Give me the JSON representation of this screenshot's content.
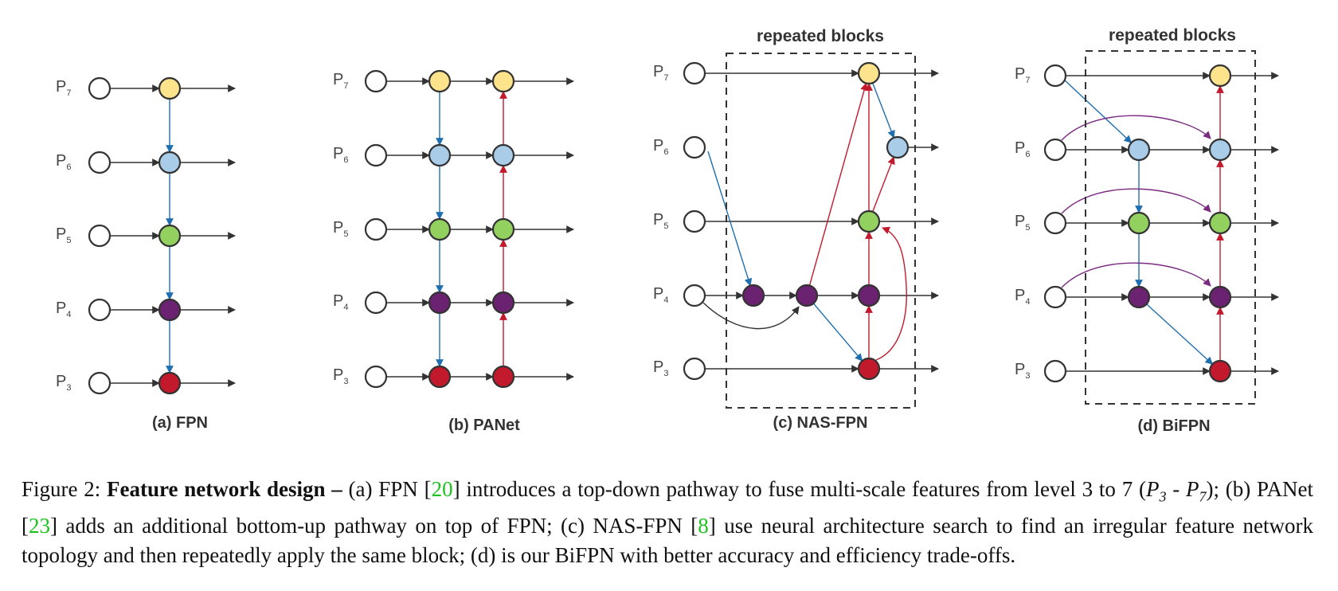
{
  "levels": [
    "P7",
    "P6",
    "P5",
    "P4",
    "P3"
  ],
  "panels": {
    "fpn": {
      "label": "(a) FPN"
    },
    "panet": {
      "label": "(b) PANet"
    },
    "nasfpn": {
      "label": "(c) NAS-FPN",
      "block_label": "repeated blocks"
    },
    "bifpn": {
      "label": "(d) BiFPN",
      "block_label": "repeated blocks"
    }
  },
  "node_colors": {
    "P7": "#fde38c",
    "P6": "#a9cce9",
    "P5": "#92d060",
    "P4": "#6b2270",
    "P3": "#c21a2c"
  },
  "edge_colors": {
    "lateral": "#333333",
    "top_down": "#1f6fb0",
    "bottom_up": "#c21a2c",
    "skip": "#7a2a80"
  },
  "caption": {
    "prefix": "Figure 2: ",
    "title": "Feature network design – ",
    "t1": "(a) FPN [",
    "r1": "20",
    "t2": "] introduces a top-down pathway to fuse multi-scale features from level 3 to 7 (",
    "m1": "P",
    "m1s": "3",
    "t3": " - ",
    "m2": "P",
    "m2s": "7",
    "t4": "); (b) PANet [",
    "r2": "23",
    "t5": "] adds an additional bottom-up pathway on top of FPN; (c) NAS-FPN [",
    "r3": "8",
    "t6": "] use neural architecture search to find an irregular feature network topology and then repeatedly apply the same block; (d) is our BiFPN with better accuracy and efficiency trade-offs."
  }
}
